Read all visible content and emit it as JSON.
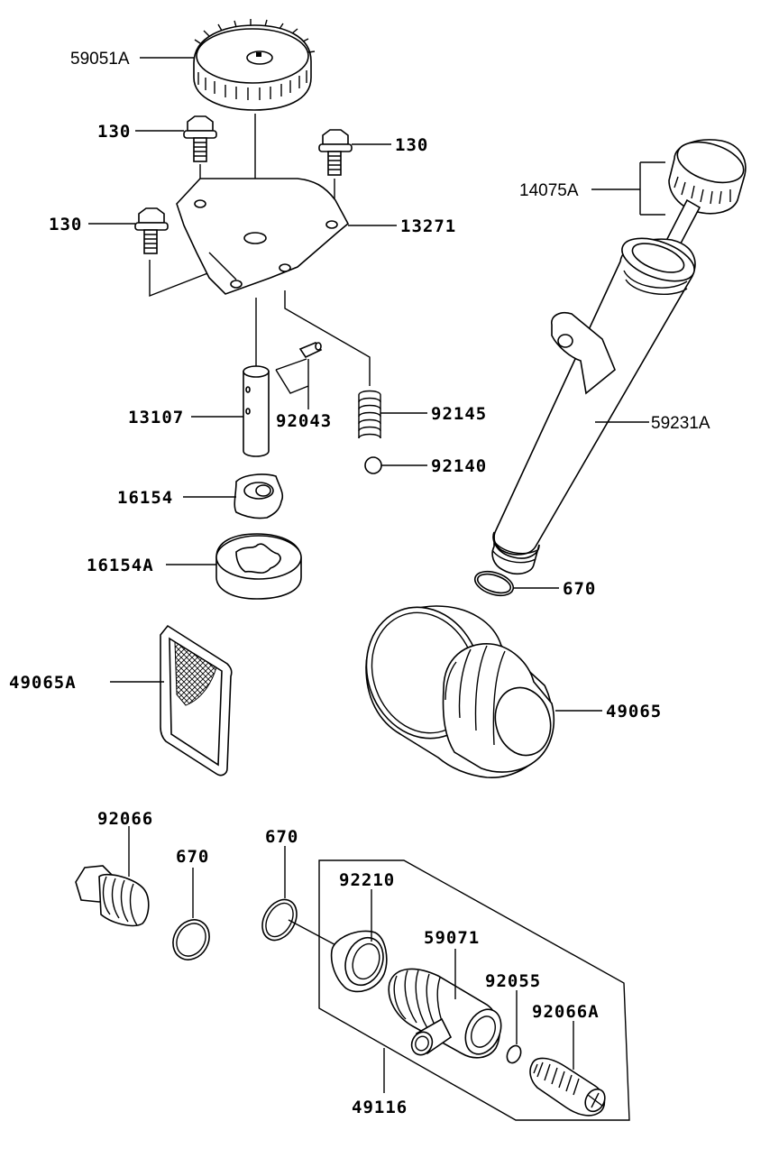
{
  "labels": {
    "gear": "59051A",
    "bolt_top_left": "130",
    "bolt_top_right": "130",
    "bolt_left": "130",
    "plate": "13271",
    "dipstick": "14075A",
    "tube": "59231A",
    "shaft": "13107",
    "pin": "92043",
    "spring": "92145",
    "ball": "92140",
    "inner_rotor": "16154",
    "outer_rotor": "16154A",
    "oring_tube": "670",
    "strainer": "49065A",
    "filter": "49065",
    "drain_plug": "92066",
    "oring_plug": "670",
    "oring_fitting": "670",
    "nut": "92210",
    "fitting": "59071",
    "small_oring": "92055",
    "plug_small": "92066A",
    "assembly": "49116"
  }
}
